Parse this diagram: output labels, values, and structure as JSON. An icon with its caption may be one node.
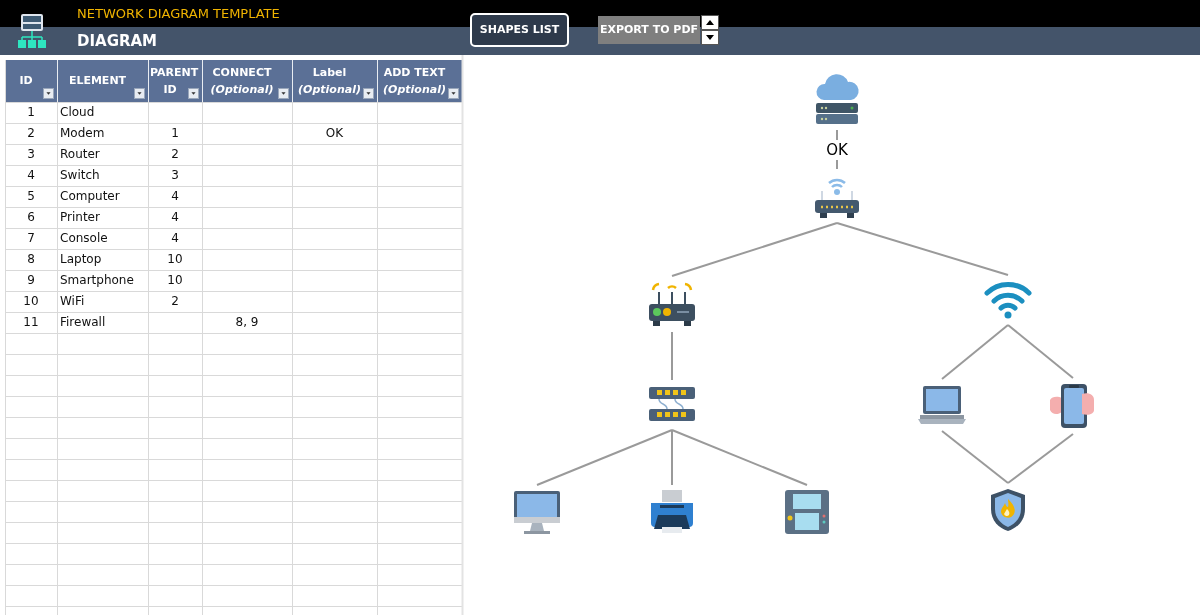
{
  "diagram": {
    "title": "NETWORK DIAGRAM TEMPLATE",
    "nodes": [
      {
        "text": [],
        "shape": "picture"
      },
      {
        "text": [],
        "shape": "picture"
      },
      {
        "text": [],
        "shape": "picture"
      },
      {
        "text": [],
        "shape": "picture"
      },
      {
        "text": [],
        "shape": "picture"
      },
      {
        "text": [],
        "shape": "picture"
      },
      {
        "text": [],
        "shape": "picture"
      },
      {
        "text": [],
        "shape": "picture"
      },
      {
        "text": [],
        "shape": "picture"
      },
      {
        "text": [],
        "shape": "picture"
      },
      {
        "text": [],
        "shape": "picture"
      }
    ],
    "edges": [
      {
        "from": 0,
        "to": 1,
        "arrow": "none",
        "label": "OK"
      },
      {
        "from": 1,
        "to": 2,
        "arrow": "none"
      },
      {
        "from": 1,
        "to": 3,
        "arrow": "none"
      },
      {
        "from": 2,
        "to": 4,
        "arrow": "none"
      },
      {
        "from": 3,
        "to": 5,
        "arrow": "none"
      },
      {
        "from": 3,
        "to": 6,
        "arrow": "none"
      },
      {
        "from": 4,
        "to": 7,
        "arrow": "none"
      },
      {
        "from": 4,
        "to": 8,
        "arrow": "none"
      },
      {
        "from": 4,
        "to": 9,
        "arrow": "none"
      },
      {
        "from": 5,
        "to": 10,
        "arrow": "none"
      },
      {
        "from": 6,
        "to": 10,
        "arrow": "none"
      }
    ],
    "labels": [
      "DIAGRAM",
      "SHAPES LIST",
      "EXPORT TO PDF",
      "ID",
      "ELEMENT",
      "PARENT ID",
      "CONNECT *(Optional)*",
      "Label *(Optional)*",
      "ADD TEXT *(Optional)*",
      "1",
      "Cloud",
      "2",
      "Modem",
      "1",
      "OK",
      "3",
      "Router",
      "2",
      "4",
      "Switch",
      "3",
      "5",
      "Computer",
      "4",
      "6",
      "Printer",
      "4",
      "7",
      "Console",
      "4",
      "8",
      "Laptop",
      "10",
      "9",
      "Smartphone",
      "10",
      "10",
      "WiFi",
      "2",
      "11",
      "Firewall",
      "8, 9"
    ]
  }
}
